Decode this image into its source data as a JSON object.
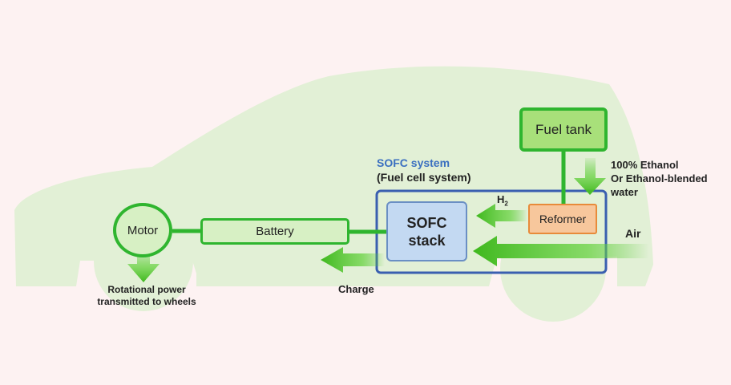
{
  "blocks": {
    "fuel_tank": "Fuel tank",
    "reformer": "Reformer",
    "sofc_stack_line1": "SOFC",
    "sofc_stack_line2": "stack",
    "battery": "Battery",
    "motor": "Motor"
  },
  "labels": {
    "sofc_system_title": "SOFC system",
    "sofc_system_subtitle": "(Fuel cell system)",
    "fuel_line1": "100% Ethanol",
    "fuel_line2": "Or Ethanol-blended",
    "fuel_line3": "water",
    "air": "Air",
    "h2_main": "H",
    "h2_sub": "2",
    "charge": "Charge",
    "rotational_line1": "Rotational power",
    "rotational_line2": "transmitted to wheels"
  },
  "colors": {
    "background": "#fdf2f2",
    "car_silhouette": "#e2f0d6",
    "arrow_green": "#4fc72c",
    "line_green": "#2fb52f",
    "system_border": "#3a5fb0",
    "stack_fill": "#c3d9f2",
    "reformer_fill": "#f7c79c",
    "reformer_border": "#e88b3a"
  }
}
